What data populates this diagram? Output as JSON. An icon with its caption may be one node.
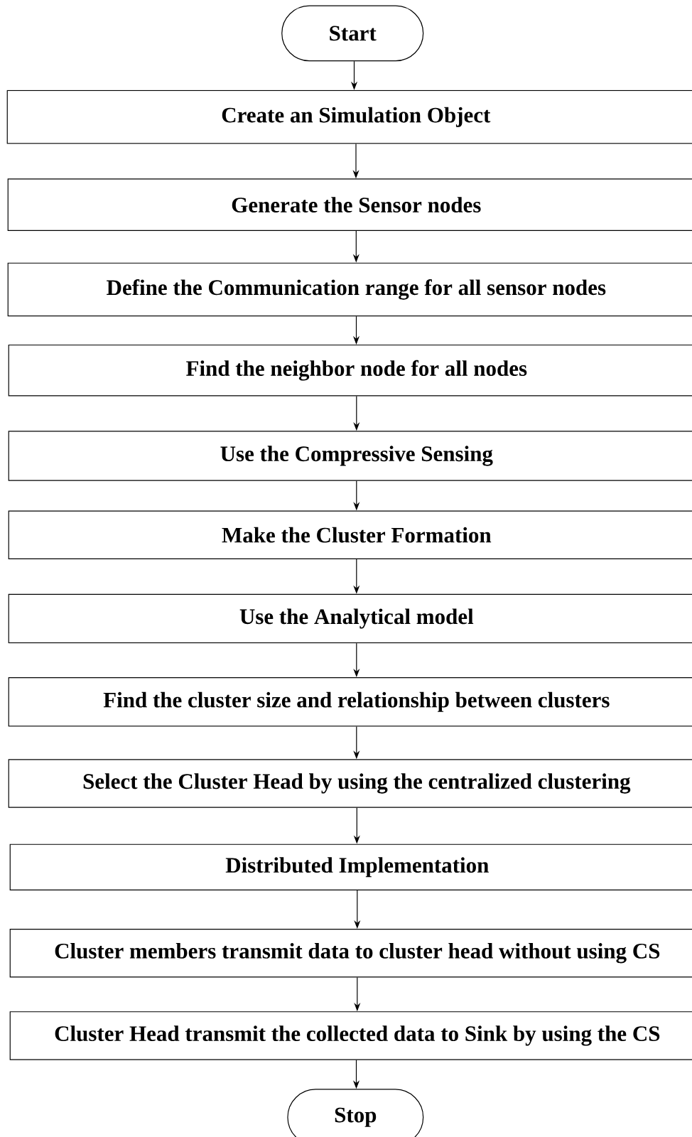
{
  "diagram": {
    "nodes": [
      {
        "text": [
          "Start"
        ]
      },
      {
        "text": [
          "Create an Simulation Object"
        ]
      },
      {
        "text": [
          "Generate the Sensor nodes"
        ]
      },
      {
        "text": [
          "Define the Communication range for all sensor nodes"
        ]
      },
      {
        "text": [
          "Find the neighbor node for all nodes"
        ]
      },
      {
        "text": [
          "Use the Compressive Sensing"
        ]
      },
      {
        "text": [
          "Make the Cluster Formation"
        ]
      },
      {
        "text": [
          "Use the Analytical model"
        ]
      },
      {
        "text": [
          "Find the cluster size and relationship between clusters"
        ]
      },
      {
        "text": [
          "Select the Cluster Head by using the centralized clustering"
        ]
      },
      {
        "text": [
          "Distributed Implementation"
        ]
      },
      {
        "text": [
          "Cluster members transmit data to cluster head without using CS"
        ]
      },
      {
        "text": [
          "Cluster Head transmit the collected data to Sink by using the CS"
        ]
      },
      {
        "text": [
          "Stop"
        ]
      }
    ],
    "edges": [
      {
        "from": 0,
        "to": 1,
        "arrow": "to"
      },
      {
        "from": 1,
        "to": 2,
        "arrow": "to"
      },
      {
        "from": 2,
        "to": 3,
        "arrow": "to"
      },
      {
        "from": 3,
        "to": 4,
        "arrow": "to"
      },
      {
        "from": 4,
        "to": 5,
        "arrow": "to"
      },
      {
        "from": 5,
        "to": 6,
        "arrow": "to"
      },
      {
        "from": 6,
        "to": 7,
        "arrow": "to"
      },
      {
        "from": 7,
        "to": 8,
        "arrow": "to"
      },
      {
        "from": 8,
        "to": 9,
        "arrow": "to"
      },
      {
        "from": 9,
        "to": 10,
        "arrow": "to"
      },
      {
        "from": 10,
        "to": 11,
        "arrow": "to"
      },
      {
        "from": 11,
        "to": 12,
        "arrow": "to"
      },
      {
        "from": 12,
        "to": 13,
        "arrow": "to"
      }
    ]
  }
}
